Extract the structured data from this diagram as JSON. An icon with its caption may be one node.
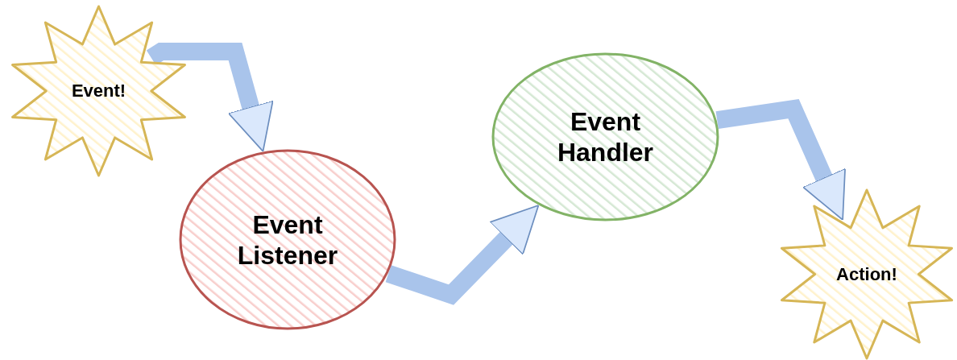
{
  "diagram": {
    "nodes": [
      {
        "text": [
          "Event!"
        ]
      },
      {
        "text": [
          "Event Listener"
        ]
      },
      {
        "text": [
          "Event Handler"
        ]
      },
      {
        "text": [
          "Action!"
        ]
      }
    ],
    "edges": [
      {
        "from": 0,
        "to": 1,
        "arrow": "to"
      },
      {
        "from": 1,
        "to": 2,
        "arrow": "to"
      },
      {
        "from": 2,
        "to": 3,
        "arrow": "to"
      }
    ]
  }
}
